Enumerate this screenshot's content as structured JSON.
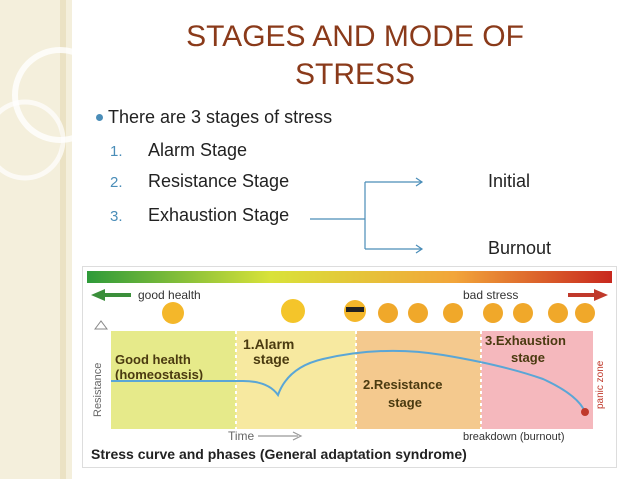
{
  "slide": {
    "title_line1": "STAGES AND MODE OF",
    "title_line2": "STRESS",
    "bullet": "There are 3 stages of stress",
    "items": [
      {
        "num": "1.",
        "label": "Alarm Stage"
      },
      {
        "num": "2.",
        "label": "Resistance Stage"
      },
      {
        "num": "3.",
        "label": "Exhaustion Stage"
      }
    ],
    "modes": {
      "top": "Initial",
      "bottom": "Burnout"
    }
  },
  "diagram": {
    "top_left": "good health",
    "top_right": "bad stress",
    "zone1": "Good health",
    "zone1b": "(homeostasis)",
    "zone2a": "1.Alarm",
    "zone2b": "stage",
    "zone3a": "2.Resistance",
    "zone3b": "stage",
    "zone4a": "3.Exhaustion",
    "zone4b": "stage",
    "panic": "panic zone",
    "ylabel": "Resistance",
    "xlabel": "Time",
    "breakdown": "breakdown (burnout)",
    "caption": "Stress curve and phases (General adaptation syndrome)",
    "colors": {
      "zone1": "#e6ea8a",
      "zone2": "#f7e9a0",
      "zone3": "#f4c98e",
      "zone4": "#f5b8bd",
      "curve": "#5aa6d6"
    }
  }
}
